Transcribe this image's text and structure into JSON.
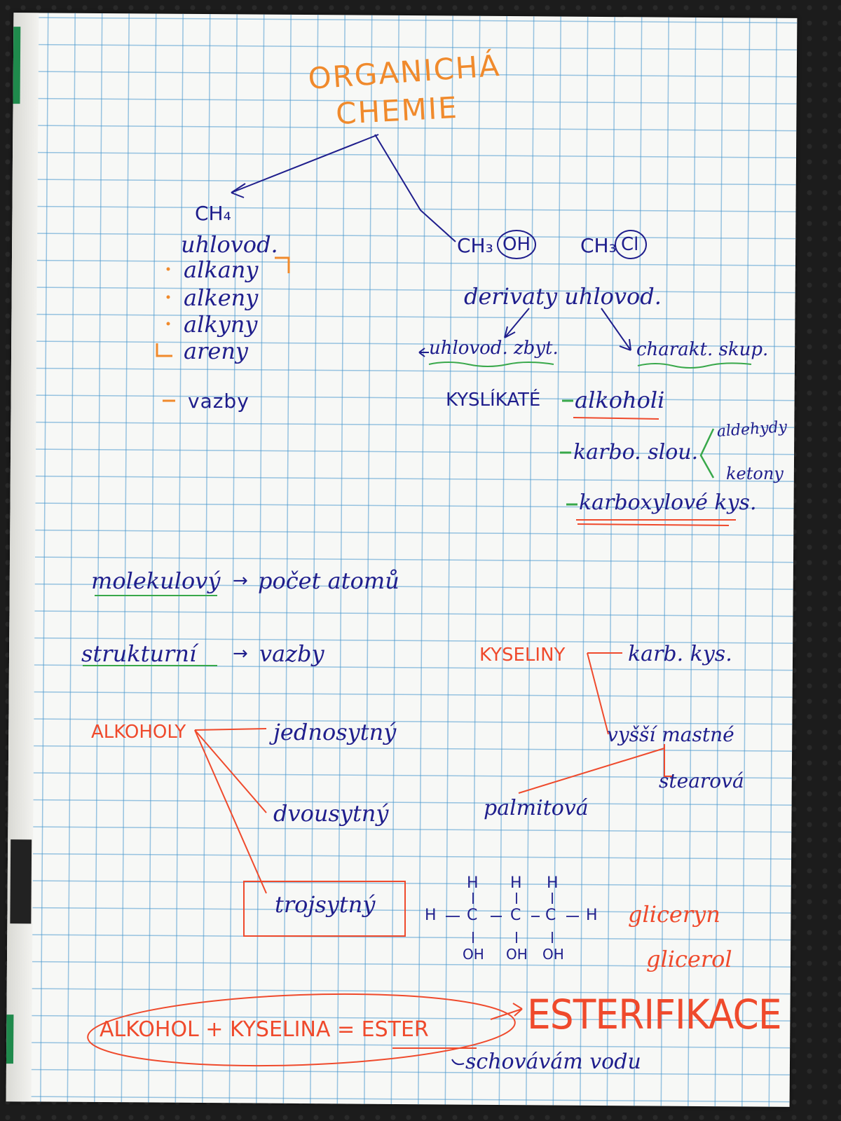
{
  "title": {
    "line1": "ORGANICHÁ",
    "line2": "CHEMIE"
  },
  "left": {
    "formula": "CH₄",
    "heading": "uhlovod.",
    "items": [
      "alkany",
      "alkeny",
      "alkyny",
      "areny"
    ],
    "note": "vazby"
  },
  "right": {
    "formula1": "CH₃",
    "group1": "OH",
    "formula2": "CH₃",
    "group2": "Cl",
    "derivatives": "derivaty uhlovod.",
    "branch_left": "uhlovod. zbyt.",
    "branch_right": "charakt. skup.",
    "oxygen_label": "KYSLÍKATÉ",
    "classes": [
      "alkoholi",
      "karbo. slou.",
      "karboxylové kys."
    ],
    "carbonyl_types": [
      "aldehydy",
      "ketony"
    ]
  },
  "formulas": {
    "molecular": "molekulový",
    "molecular_arrow": "→",
    "molecular_value": "počet atomů",
    "structural": "strukturní",
    "structural_arrow": "→",
    "structural_value": "vazby"
  },
  "alcohols": {
    "label": "ALKOHOLY",
    "types": [
      "jednosytný",
      "dvousytný",
      "trojsytný"
    ]
  },
  "acids": {
    "label": "KYSELINY",
    "types": [
      "karb. kys.",
      "vyšší mastné"
    ],
    "examples": [
      "stearová",
      "palmitová"
    ]
  },
  "glycerol": {
    "H_top": [
      "H",
      "H",
      "H"
    ],
    "left_H": "H",
    "carbons": [
      "C",
      "C",
      "C"
    ],
    "right_H": "H",
    "OH": [
      "OH",
      "OH",
      "OH"
    ],
    "name1": "gliceryn",
    "name2": "glicerol"
  },
  "esterification": {
    "equation": "ALKOHOL + KYSELINA = ESTER",
    "title": "ESTERIFIKACE",
    "note": "schovávám vodu"
  },
  "colors": {
    "blue_ink": "#1f1e8c",
    "orange_ink": "#f08a2c",
    "red_ink": "#ef4a2c",
    "green_ink": "#38a84a",
    "grid": "#4696cd"
  }
}
